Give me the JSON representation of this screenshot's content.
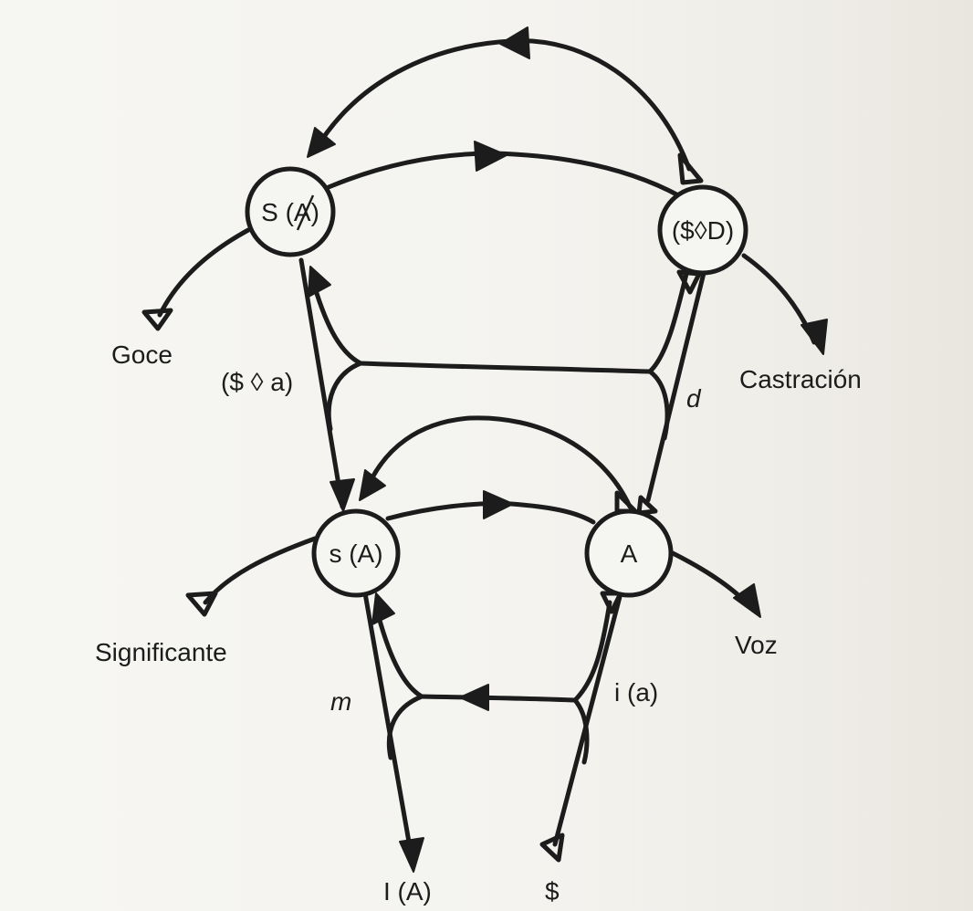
{
  "nodes": {
    "s_barred_a": "S (A)",
    "barred_s_d": "($◊D)",
    "s_of_a": "s (A)",
    "a": "A"
  },
  "labels": {
    "goce": "Goce",
    "castracion": "Castración",
    "fantasy": "($ ◊ a)",
    "d": "d",
    "significante": "Significante",
    "voz": "Voz",
    "m": "m",
    "i_of_a": "i (a)",
    "ideal": "I (A)",
    "barred_subject": "$"
  },
  "colors": {
    "ink": "#1c1c1c",
    "paper": "#f5f5f2"
  }
}
